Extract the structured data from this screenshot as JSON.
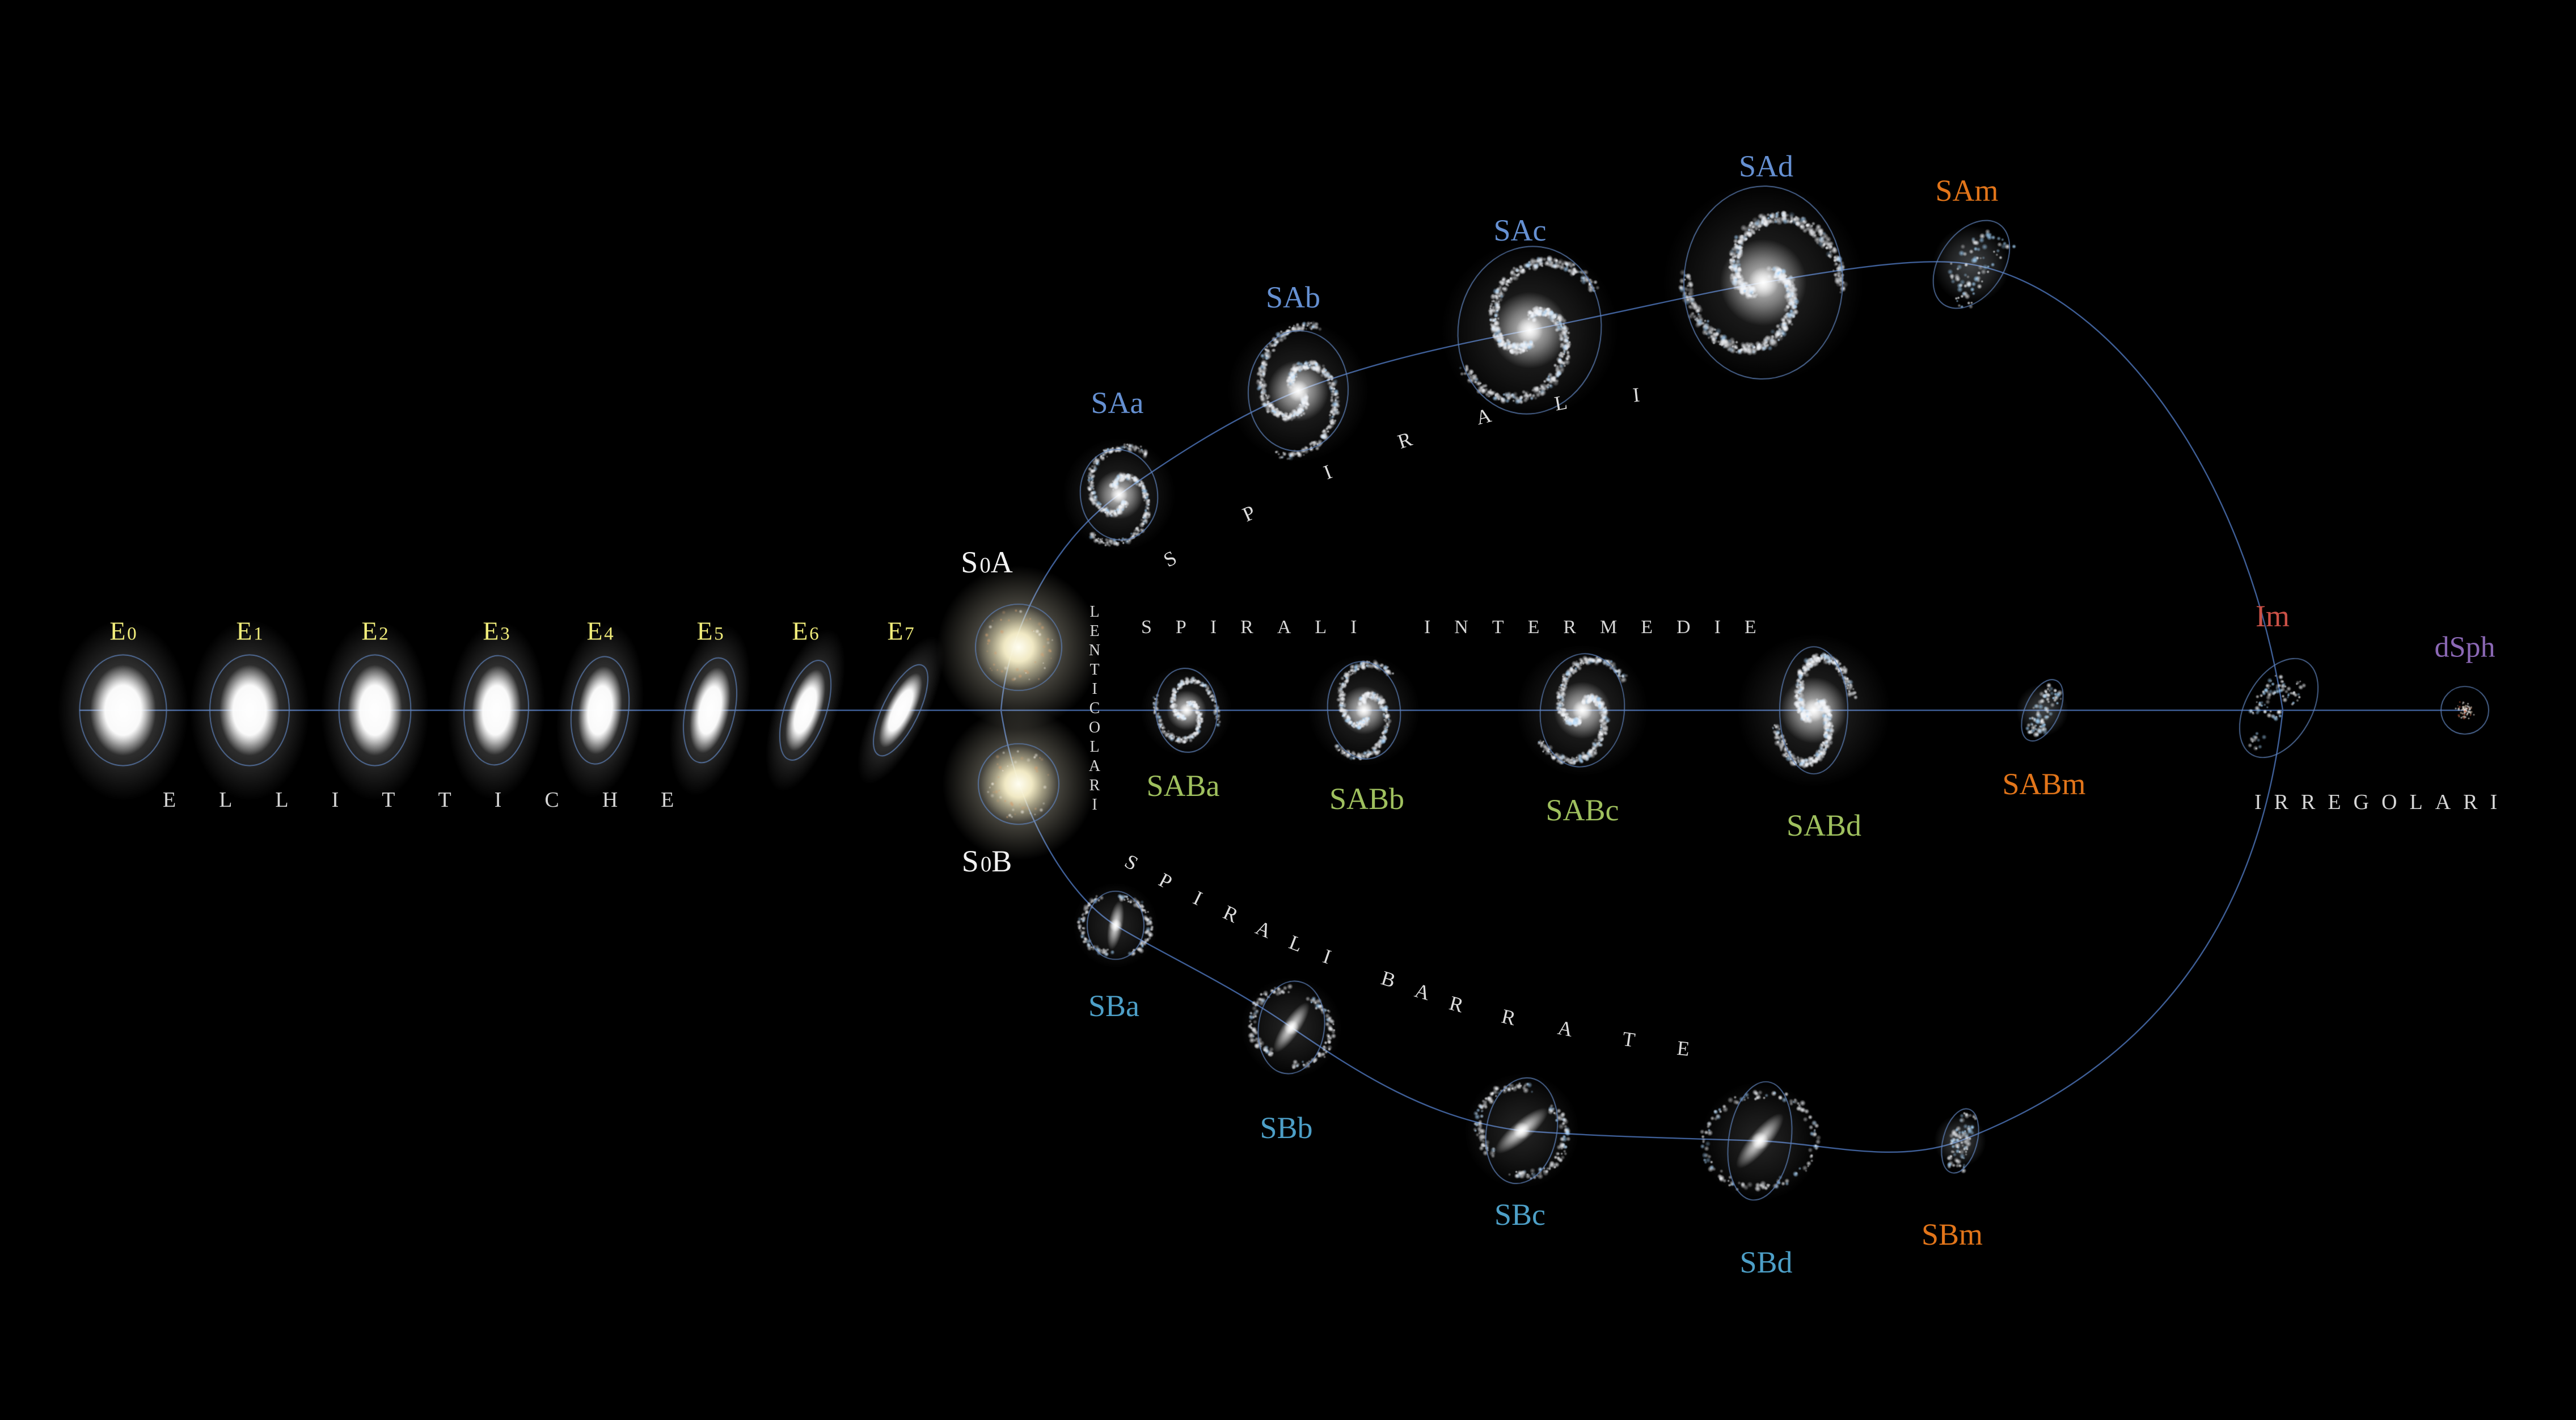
{
  "colors": {
    "background": "#000000",
    "line": "#3e5e96",
    "outline": "#5a82b8",
    "elliptical": "#f2ee7b",
    "lenticular": "#f2f2f2",
    "spiral": "#6590d2",
    "intermediate": "#9fc05e",
    "barred": "#4d9fc7",
    "magellanic": "#e2751a",
    "irregular": "#cb5147",
    "dwarf": "#8b68b5",
    "category": "#d6d6d6"
  },
  "diagram": {
    "ellipticals": {
      "title": "ELLITTICHE",
      "items": [
        "E0",
        "E1",
        "E2",
        "E3",
        "E4",
        "E5",
        "E6",
        "E7"
      ]
    },
    "lenticulars": {
      "title": "LENTICOLARI",
      "items": [
        "S0A",
        "S0B"
      ]
    },
    "spirals": {
      "title": "SPIRALI",
      "items": [
        "SAa",
        "SAb",
        "SAc",
        "SAd",
        "SAm"
      ]
    },
    "intermediate_spirals": {
      "title": "SPIRALI INTERMEDIE",
      "items": [
        "SABa",
        "SABb",
        "SABc",
        "SABd",
        "SABm"
      ]
    },
    "barred_spirals": {
      "title": "SPIRALI BARRATE",
      "items": [
        "SBa",
        "SBb",
        "SBc",
        "SBd",
        "SBm"
      ]
    },
    "irregulars": {
      "title": "IRREGOLARI",
      "items": [
        "Im",
        "dSph"
      ]
    }
  }
}
